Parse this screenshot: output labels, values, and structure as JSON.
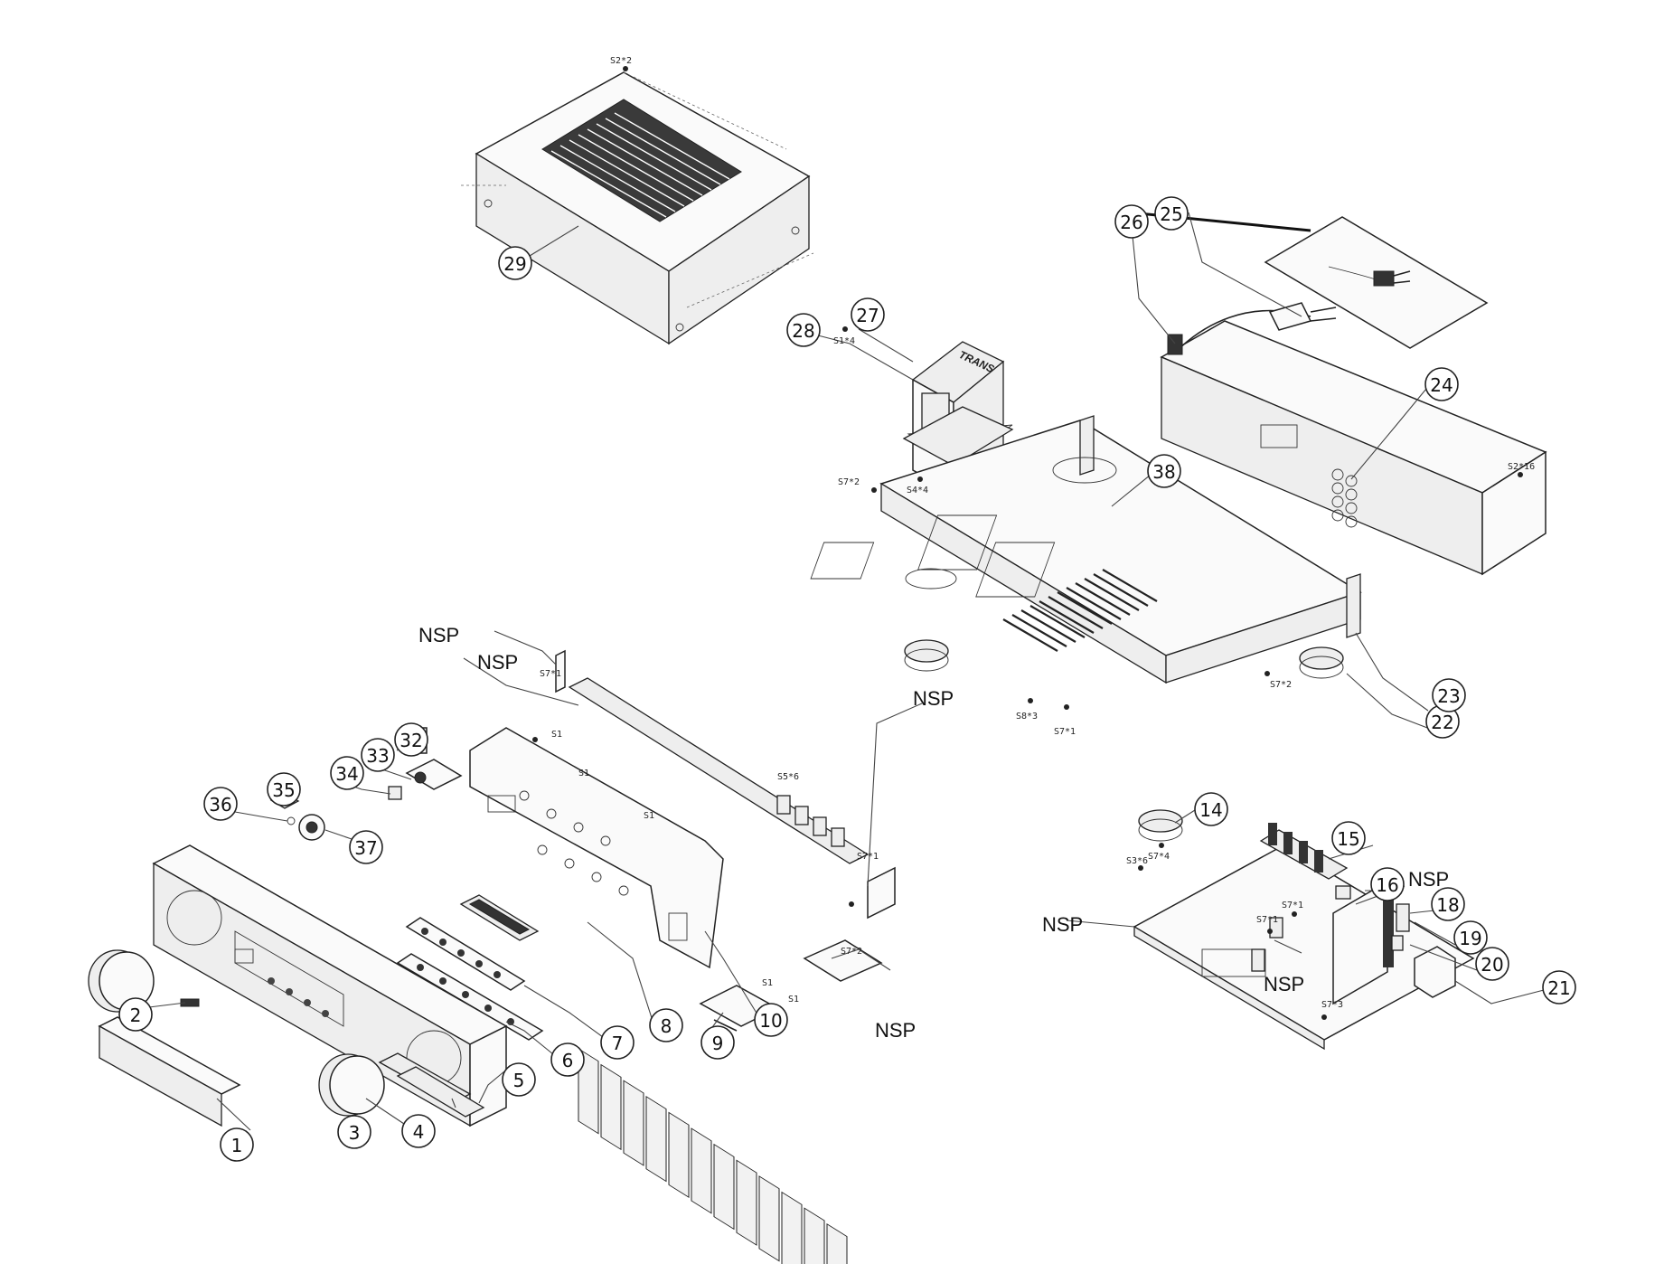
{
  "callouts": [
    {
      "id": "1",
      "label": "1"
    },
    {
      "id": "2",
      "label": "2"
    },
    {
      "id": "3",
      "label": "3"
    },
    {
      "id": "4",
      "label": "4"
    },
    {
      "id": "5",
      "label": "5"
    },
    {
      "id": "6",
      "label": "6"
    },
    {
      "id": "7",
      "label": "7"
    },
    {
      "id": "8",
      "label": "8"
    },
    {
      "id": "9",
      "label": "9"
    },
    {
      "id": "10",
      "label": "10"
    },
    {
      "id": "14",
      "label": "14"
    },
    {
      "id": "15",
      "label": "15"
    },
    {
      "id": "16",
      "label": "16"
    },
    {
      "id": "18",
      "label": "18"
    },
    {
      "id": "19",
      "label": "19"
    },
    {
      "id": "20",
      "label": "20"
    },
    {
      "id": "21",
      "label": "21"
    },
    {
      "id": "22",
      "label": "22"
    },
    {
      "id": "23",
      "label": "23"
    },
    {
      "id": "24",
      "label": "24"
    },
    {
      "id": "25",
      "label": "25"
    },
    {
      "id": "26",
      "label": "26"
    },
    {
      "id": "27",
      "label": "27"
    },
    {
      "id": "28",
      "label": "28"
    },
    {
      "id": "29",
      "label": "29"
    },
    {
      "id": "32",
      "label": "32"
    },
    {
      "id": "33",
      "label": "33"
    },
    {
      "id": "34",
      "label": "34"
    },
    {
      "id": "35",
      "label": "35"
    },
    {
      "id": "36",
      "label": "36"
    },
    {
      "id": "37",
      "label": "37"
    },
    {
      "id": "38",
      "label": "38"
    }
  ],
  "nsp_label": "NSP",
  "screw_labels": {
    "s2x2": "S2*2",
    "s1x4": "S1*4",
    "s4x4": "S4*4",
    "s7x2_chassis": "S7*2",
    "s2x16": "S2*16",
    "s8x3": "S8*3",
    "s7x1_chassis": "S7*1",
    "s7x2_right": "S7*2",
    "s7x4": "S7*4",
    "s7x1_heatsink": "S7*1",
    "s5x6": "S5*6",
    "s7x1_bracket": "S7*1",
    "s7x2_board": "S7*2",
    "s3x6": "S3*6",
    "s7x1_pcb_a": "S7*1",
    "s7x1_pcb_b": "S7*1",
    "s7x3": "S7*3",
    "s1_a": "S1",
    "s1_b": "S1",
    "s1_c": "S1",
    "s1_d": "S1",
    "s1_e": "S1"
  },
  "transformer_label": "TRANS"
}
